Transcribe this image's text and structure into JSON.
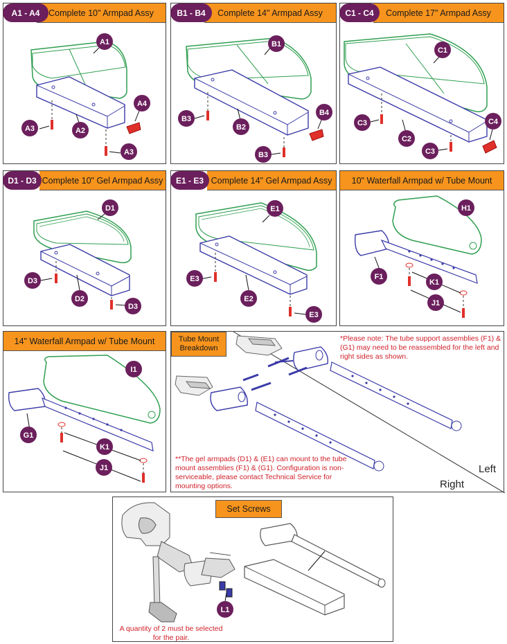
{
  "panels": {
    "a": {
      "tag": "A1 - A4",
      "title": "Complete 10\" Armpad Assy",
      "labels": {
        "pad": "A1",
        "plate": "A2",
        "screw_left": "A3",
        "screw_bottom": "A3",
        "cap": "A4"
      }
    },
    "b": {
      "tag": "B1 - B4",
      "title": "Complete 14\" Armpad Assy",
      "labels": {
        "pad": "B1",
        "plate": "B2",
        "screw_left": "B3",
        "screw_bottom": "B3",
        "cap": "B4"
      }
    },
    "c": {
      "tag": "C1 - C4",
      "title": "Complete 17\" Armpad Assy",
      "labels": {
        "pad": "C1",
        "plate": "C2",
        "screw_left": "C3",
        "screw_bottom": "C3",
        "cap": "C4"
      }
    },
    "d": {
      "tag": "D1 - D3",
      "title": "Complete 10\" Gel Armpad Assy",
      "labels": {
        "pad": "D1",
        "plate": "D2",
        "screw_left": "D3",
        "screw_bottom": "D3"
      }
    },
    "e": {
      "tag": "E1 - E3",
      "title": "Complete 14\" Gel Armpad Assy",
      "labels": {
        "pad": "E1",
        "plate": "E2",
        "screw_left": "E3",
        "screw_bottom": "E3"
      }
    },
    "h": {
      "title": "10\" Waterfall Armpad w/ Tube Mount",
      "labels": {
        "pad": "H1",
        "mount": "F1",
        "k": "K1",
        "j": "J1"
      }
    },
    "i": {
      "title": "14\" Waterfall Armpad w/ Tube Mount",
      "labels": {
        "pad": "I1",
        "mount": "G1",
        "k": "K1",
        "j": "J1"
      }
    },
    "breakdown": {
      "title_line1": "Tube Mount",
      "title_line2": "Breakdown",
      "note_top": "*Please note: The tube support assemblies (F1) & (G1) may need to be reassembled for the left and right sides as shown.",
      "note_bottom": "**The gel armpads (D1) & (E1) can mount to the tube mount assemblies (F1) & (G1). Configuration is non-serviceable, please contact Technical Service for mounting options.",
      "left_label": "Left",
      "right_label": "Right"
    },
    "setscrews": {
      "title": "Set Screws",
      "label": "L1",
      "note": "A quantity of 2 must be selected for the pair."
    }
  },
  "colors": {
    "orange": "#f7941d",
    "callout": "#6b1f5c",
    "pad_green": "#2e9e4f",
    "plate_blue": "#3a3aa8",
    "screw_red": "#e0302a"
  }
}
